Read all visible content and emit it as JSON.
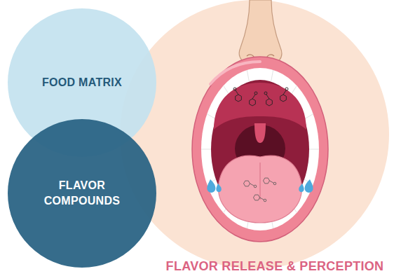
{
  "diagram": {
    "nodes": [
      {
        "text": [
          "FOOD MATRIX"
        ]
      },
      {
        "text": [
          "FLAVOR COMPOUNDS"
        ]
      },
      {
        "text": [
          "FLAVOR RELEASE & PERCEPTION"
        ]
      }
    ]
  }
}
